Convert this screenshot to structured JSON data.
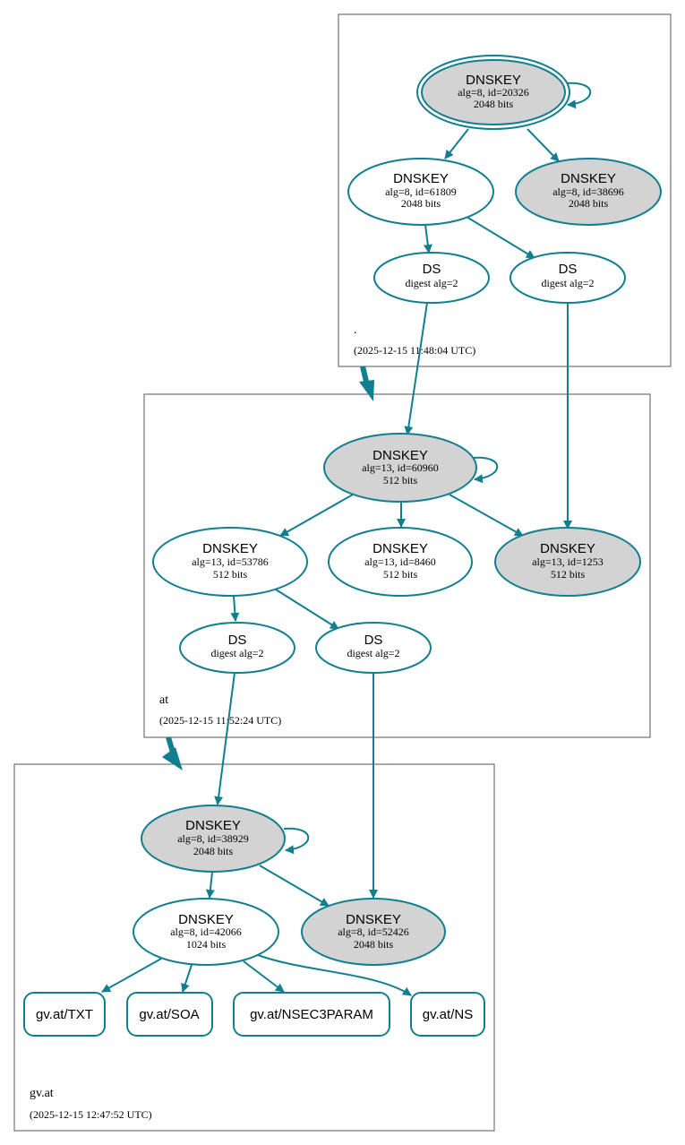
{
  "colors": {
    "edge": "#117f8f",
    "ksk_fill": "#d3d3d3",
    "zsk_fill": "#ffffff"
  },
  "zones": {
    "root": {
      "name": ".",
      "timestamp": "(2025-12-15 11:48:04 UTC)"
    },
    "at": {
      "name": "at",
      "timestamp": "(2025-12-15 11:52:24 UTC)"
    },
    "gvat": {
      "name": "gv.at",
      "timestamp": "(2025-12-15 12:47:52 UTC)"
    }
  },
  "nodes": {
    "root_ksk": {
      "title": "DNSKEY",
      "line1": "alg=8, id=20326",
      "line2": "2048 bits"
    },
    "root_zsk1": {
      "title": "DNSKEY",
      "line1": "alg=8, id=61809",
      "line2": "2048 bits"
    },
    "root_key3": {
      "title": "DNSKEY",
      "line1": "alg=8, id=38696",
      "line2": "2048 bits"
    },
    "root_ds1": {
      "title": "DS",
      "line1": "digest alg=2"
    },
    "root_ds2": {
      "title": "DS",
      "line1": "digest alg=2"
    },
    "at_ksk": {
      "title": "DNSKEY",
      "line1": "alg=13, id=60960",
      "line2": "512 bits"
    },
    "at_zsk1": {
      "title": "DNSKEY",
      "line1": "alg=13, id=53786",
      "line2": "512 bits"
    },
    "at_zsk2": {
      "title": "DNSKEY",
      "line1": "alg=13, id=8460",
      "line2": "512 bits"
    },
    "at_key4": {
      "title": "DNSKEY",
      "line1": "alg=13, id=1253",
      "line2": "512 bits"
    },
    "at_ds1": {
      "title": "DS",
      "line1": "digest alg=2"
    },
    "at_ds2": {
      "title": "DS",
      "line1": "digest alg=2"
    },
    "gv_ksk": {
      "title": "DNSKEY",
      "line1": "alg=8, id=38929",
      "line2": "2048 bits"
    },
    "gv_zsk": {
      "title": "DNSKEY",
      "line1": "alg=8, id=42066",
      "line2": "1024 bits"
    },
    "gv_key3": {
      "title": "DNSKEY",
      "line1": "alg=8, id=52426",
      "line2": "2048 bits"
    }
  },
  "records": {
    "txt": "gv.at/TXT",
    "soa": "gv.at/SOA",
    "nsec3param": "gv.at/NSEC3PARAM",
    "ns": "gv.at/NS"
  }
}
